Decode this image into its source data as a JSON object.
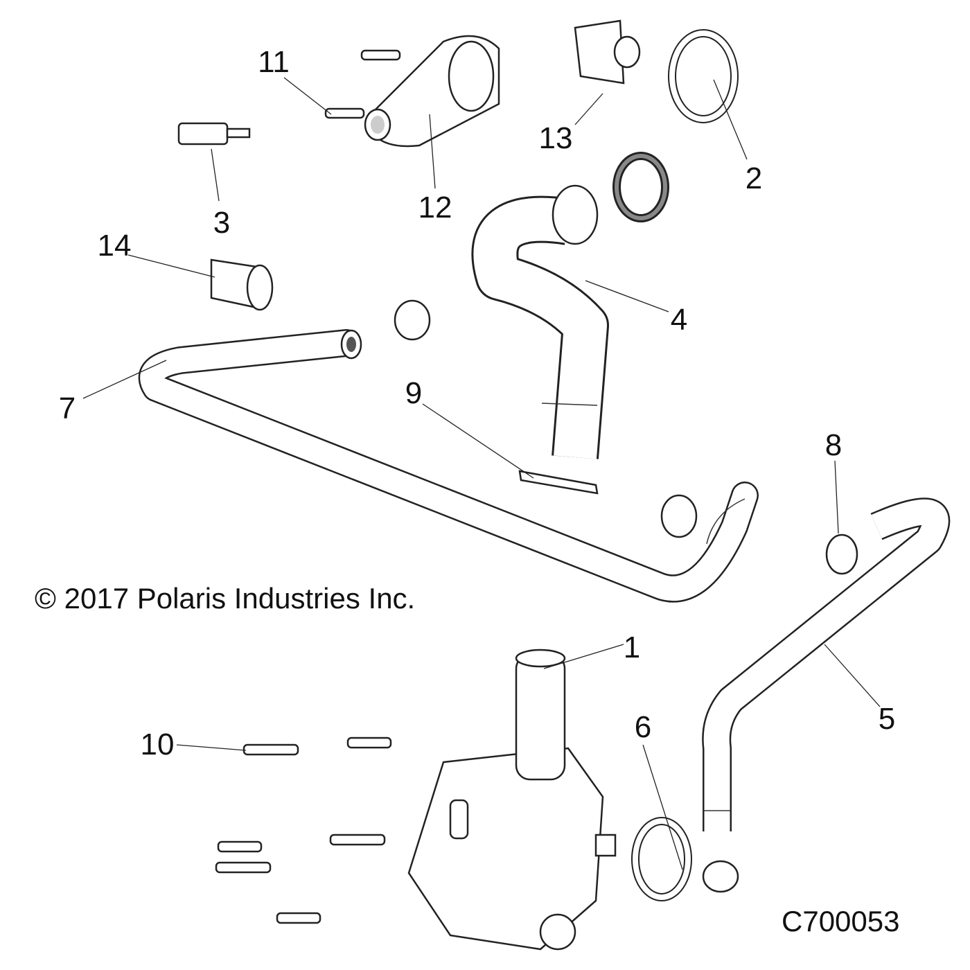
{
  "callouts": [
    {
      "id": "1",
      "label": "1"
    },
    {
      "id": "2",
      "label": "2"
    },
    {
      "id": "3",
      "label": "3"
    },
    {
      "id": "4",
      "label": "4"
    },
    {
      "id": "5",
      "label": "5"
    },
    {
      "id": "6",
      "label": "6"
    },
    {
      "id": "7",
      "label": "7"
    },
    {
      "id": "8",
      "label": "8"
    },
    {
      "id": "9",
      "label": "9"
    },
    {
      "id": "10",
      "label": "10"
    },
    {
      "id": "11",
      "label": "11"
    },
    {
      "id": "12",
      "label": "12"
    },
    {
      "id": "13",
      "label": "13"
    },
    {
      "id": "14",
      "label": "14"
    }
  ],
  "copyright": "© 2017 Polaris Industries Inc.",
  "figure_id": "C700053"
}
